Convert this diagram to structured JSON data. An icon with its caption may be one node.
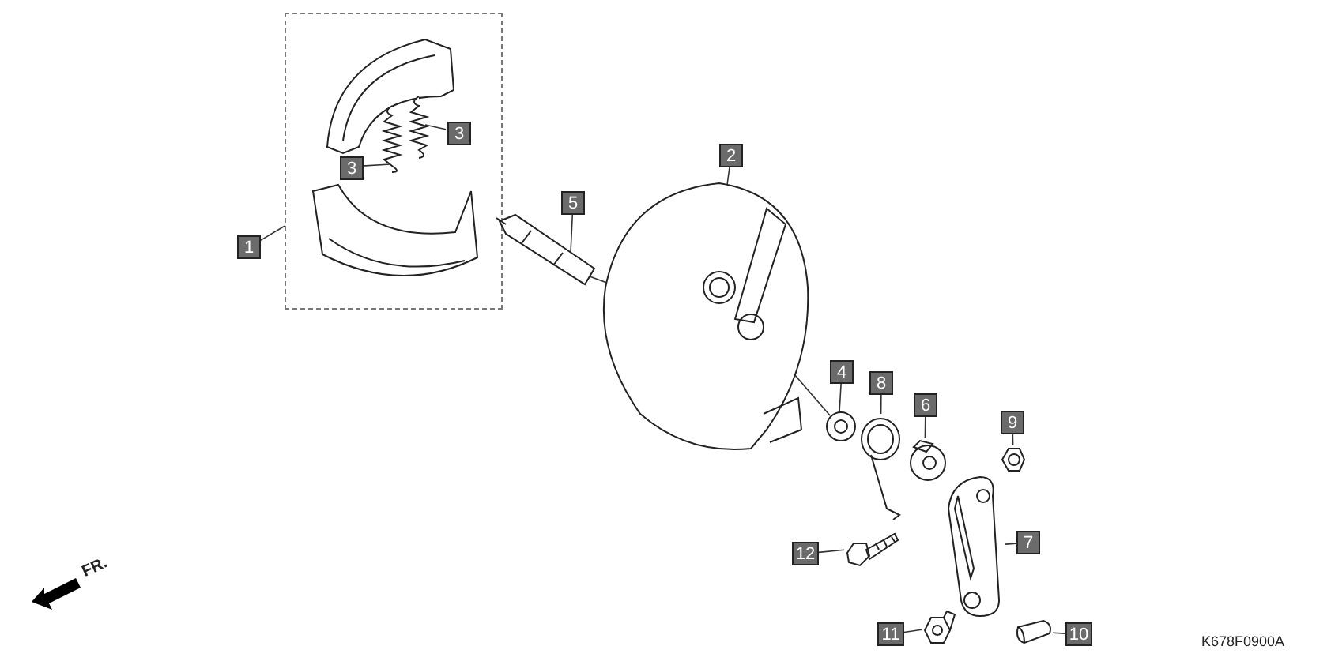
{
  "diagram": {
    "nodes": [
      {
        "text": [
          "1"
        ]
      },
      {
        "text": [],
        "shape": "box"
      },
      {
        "text": [],
        "shape": "picture",
        "in": 1
      },
      {
        "text": [],
        "shape": "picture",
        "in": 1
      },
      {
        "text": [
          "3"
        ],
        "in": 1
      },
      {
        "text": [
          "3"
        ],
        "in": 1
      },
      {
        "text": [],
        "shape": "picture",
        "in": 1
      },
      {
        "text": [],
        "shape": "picture",
        "in": 1
      },
      {
        "text": [
          "2"
        ]
      },
      {
        "text": [],
        "shape": "picture"
      },
      {
        "text": [
          "5"
        ]
      },
      {
        "text": [],
        "shape": "picture"
      },
      {
        "text": [
          "4"
        ]
      },
      {
        "text": [],
        "shape": "picture"
      },
      {
        "text": [
          "8"
        ]
      },
      {
        "text": [],
        "shape": "picture"
      },
      {
        "text": [
          "6"
        ]
      },
      {
        "text": [],
        "shape": "picture"
      },
      {
        "text": [
          "9"
        ]
      },
      {
        "text": [],
        "shape": "picture"
      },
      {
        "text": [
          "7"
        ]
      },
      {
        "text": [],
        "shape": "picture"
      },
      {
        "text": [
          "12"
        ]
      },
      {
        "text": [],
        "shape": "picture"
      },
      {
        "text": [
          "11"
        ]
      },
      {
        "text": [],
        "shape": "picture"
      },
      {
        "text": [
          "10"
        ]
      },
      {
        "text": [],
        "shape": "picture"
      }
    ],
    "edges": [
      {
        "from": 0,
        "to": 1,
        "arrow": "none"
      },
      {
        "from": 4,
        "to": 6,
        "arrow": "none"
      },
      {
        "from": 5,
        "to": 7,
        "arrow": "none"
      },
      {
        "from": 8,
        "to": 9,
        "arrow": "none"
      },
      {
        "from": 10,
        "to": 11,
        "arrow": "none"
      },
      {
        "from": 11,
        "to": 9,
        "arrow": "none"
      },
      {
        "from": 9,
        "to": 13,
        "arrow": "none"
      },
      {
        "from": 12,
        "to": 13,
        "arrow": "none"
      },
      {
        "from": 14,
        "to": 15,
        "arrow": "none"
      },
      {
        "from": 16,
        "to": 17,
        "arrow": "none"
      },
      {
        "from": 18,
        "to": 19,
        "arrow": "none"
      },
      {
        "from": 20,
        "to": 21,
        "arrow": "none"
      },
      {
        "from": 22,
        "to": 23,
        "arrow": "none"
      },
      {
        "from": 24,
        "to": 25,
        "arrow": "none"
      },
      {
        "from": 26,
        "to": 27,
        "arrow": "none"
      }
    ],
    "labels": [
      "FR.",
      "K678F0900A"
    ]
  }
}
